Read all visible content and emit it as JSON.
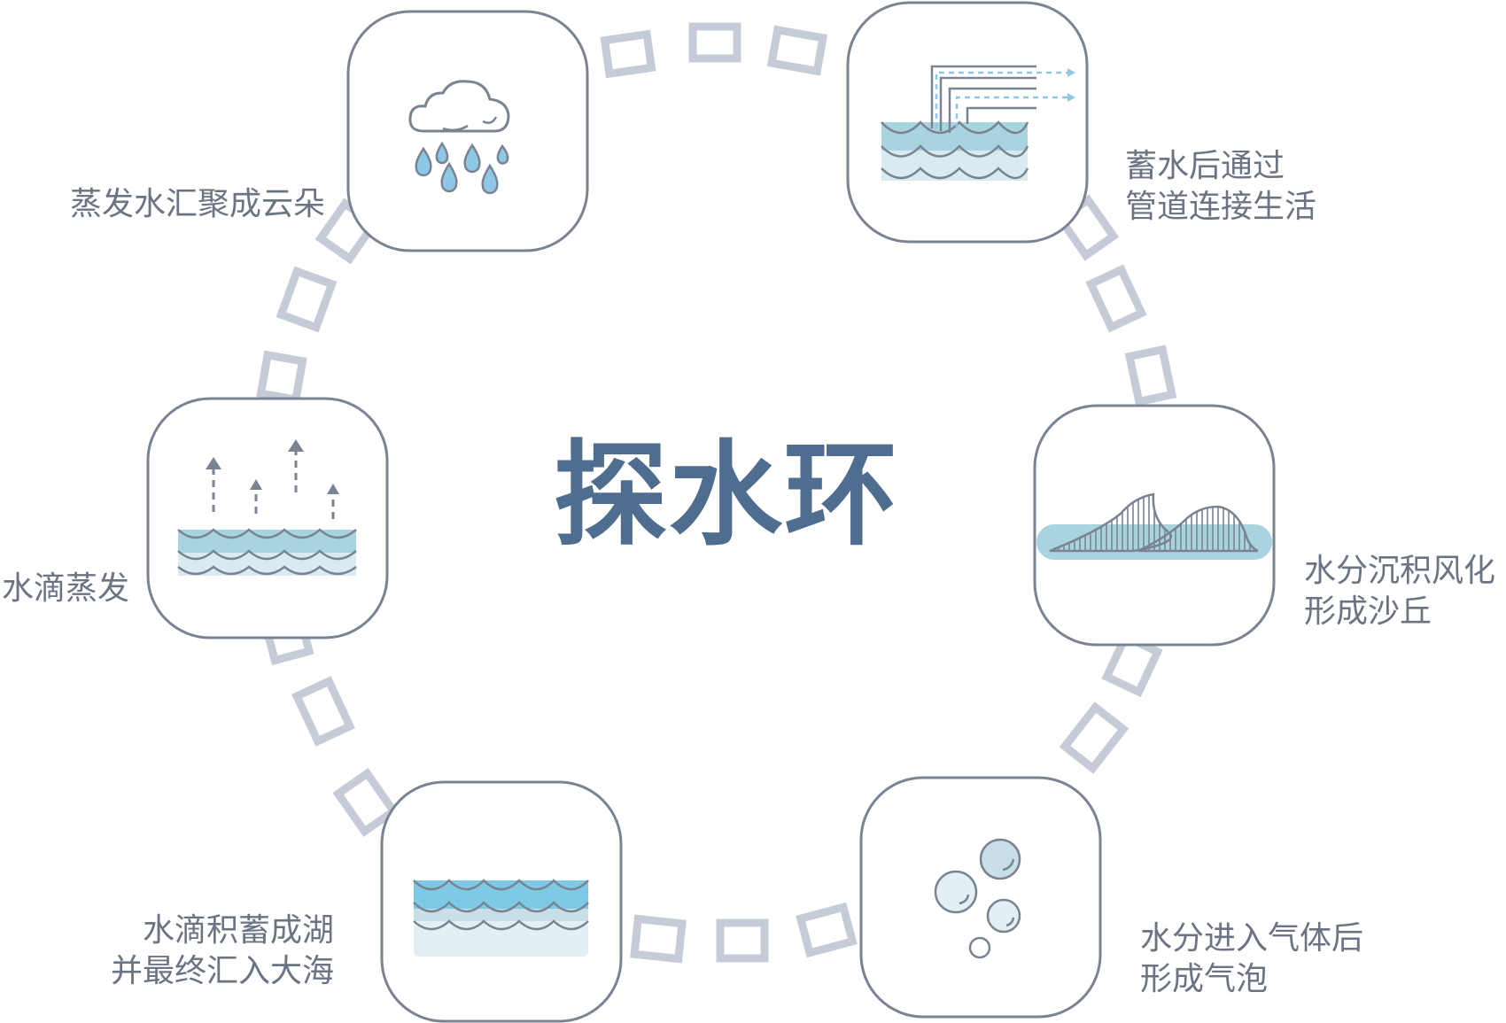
{
  "title": "探水环",
  "nodes": [
    {
      "id": "cloud",
      "icon": "rain-cloud-icon",
      "lines": [
        "蒸发水汇聚成云朵"
      ]
    },
    {
      "id": "pipe",
      "icon": "water-pipe-icon",
      "lines": [
        "蓄水后通过",
        "管道连接生活"
      ]
    },
    {
      "id": "dune",
      "icon": "sand-dune-icon",
      "lines": [
        "水分沉积风化",
        "形成沙丘"
      ]
    },
    {
      "id": "bubble",
      "icon": "bubbles-icon",
      "lines": [
        "水分进入气体后",
        "形成气泡"
      ]
    },
    {
      "id": "lake",
      "icon": "lake-icon",
      "lines": [
        "水滴积蓄成湖",
        "并最终汇入大海"
      ]
    },
    {
      "id": "evaporate",
      "icon": "evaporation-icon",
      "lines": [
        "水滴蒸发"
      ]
    }
  ],
  "colors": {
    "stroke": "#7a8391",
    "connector": "#c5ccd8",
    "title": "#4f6d8f",
    "label": "#6b7483",
    "water_dark": "#a8d4e0",
    "water_light": "#d7ebf1",
    "water_bright": "#7dc9e6",
    "drop": "#8fc8e6"
  }
}
